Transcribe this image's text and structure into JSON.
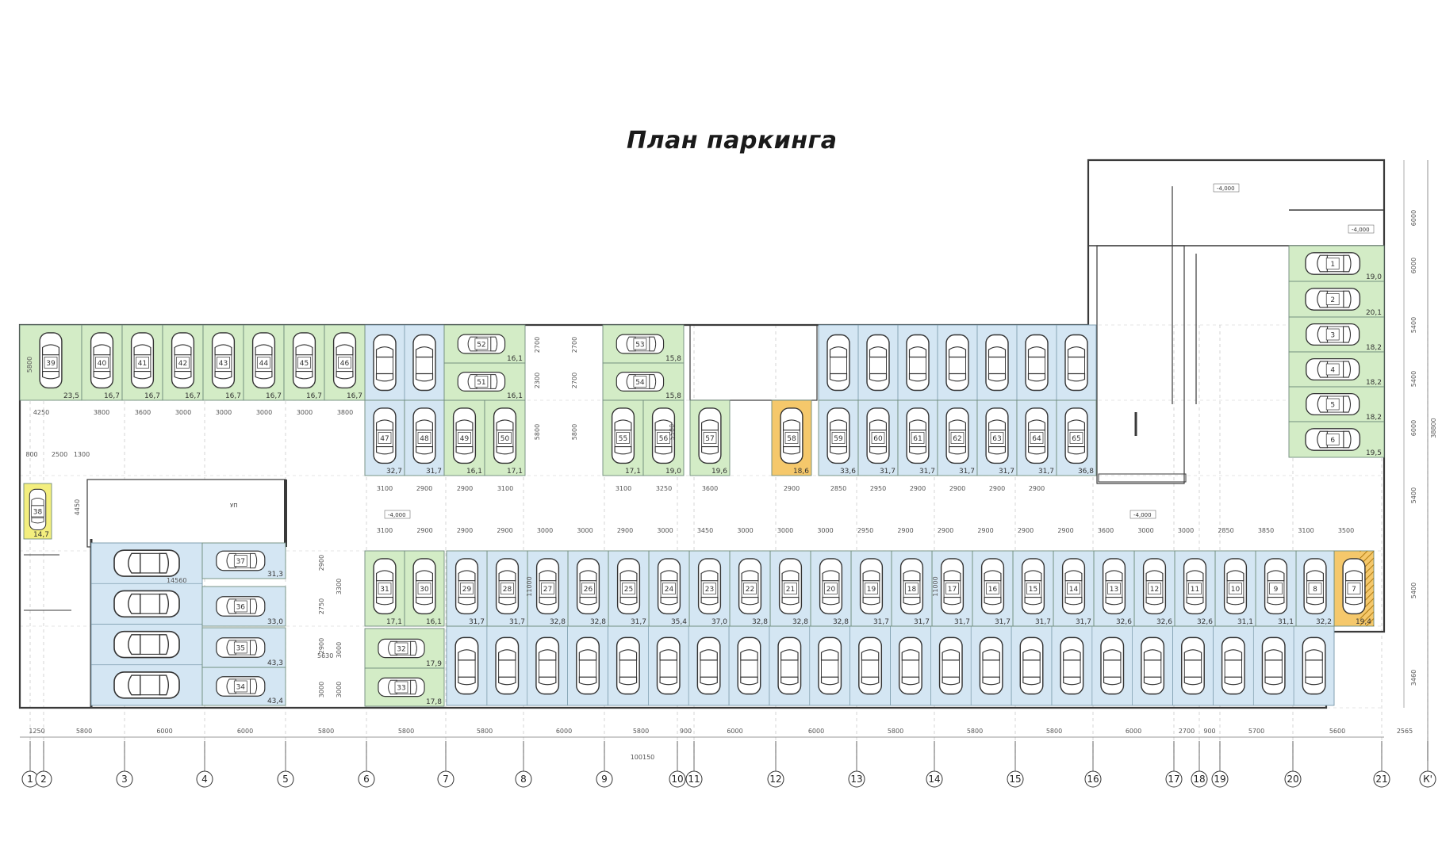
{
  "title": "План паркинга",
  "colors": {
    "green": "#d3ecc6",
    "blue": "#d4e6f3",
    "orange": "#f5c86b",
    "yellow": "#f3ee7e",
    "wall": "#3a3a3a",
    "grid": "#9a9a9a"
  },
  "icons": {
    "car": "car-top-view-icon"
  },
  "spaces": [
    {
      "num": "1",
      "area": "19,0",
      "color": "green"
    },
    {
      "num": "2",
      "area": "20,1",
      "color": "green"
    },
    {
      "num": "3",
      "area": "18,2",
      "color": "green"
    },
    {
      "num": "4",
      "area": "18,2",
      "color": "green"
    },
    {
      "num": "5",
      "area": "18,2",
      "color": "green"
    },
    {
      "num": "6",
      "area": "19,5",
      "color": "green"
    },
    {
      "num": "7",
      "area": "19,4",
      "color": "orange"
    },
    {
      "num": "8",
      "area": "32,2",
      "color": "blue"
    },
    {
      "num": "9",
      "area": "31,1",
      "color": "blue"
    },
    {
      "num": "10",
      "area": "31,1",
      "color": "blue"
    },
    {
      "num": "11",
      "area": "32,6",
      "color": "blue"
    },
    {
      "num": "12",
      "area": "32,6",
      "color": "blue"
    },
    {
      "num": "13",
      "area": "32,6",
      "color": "blue"
    },
    {
      "num": "14",
      "area": "31,7",
      "color": "blue"
    },
    {
      "num": "15",
      "area": "31,7",
      "color": "blue"
    },
    {
      "num": "16",
      "area": "31,7",
      "color": "blue"
    },
    {
      "num": "17",
      "area": "31,7",
      "color": "blue"
    },
    {
      "num": "18",
      "area": "31,7",
      "color": "blue"
    },
    {
      "num": "19",
      "area": "31,7",
      "color": "blue"
    },
    {
      "num": "20",
      "area": "32,8",
      "color": "blue"
    },
    {
      "num": "21",
      "area": "32,8",
      "color": "blue"
    },
    {
      "num": "22",
      "area": "32,8",
      "color": "blue"
    },
    {
      "num": "23",
      "area": "37,0",
      "color": "blue"
    },
    {
      "num": "24",
      "area": "35,4",
      "color": "blue"
    },
    {
      "num": "25",
      "area": "31,7",
      "color": "blue"
    },
    {
      "num": "26",
      "area": "32,8",
      "color": "blue"
    },
    {
      "num": "27",
      "area": "32,8",
      "color": "blue"
    },
    {
      "num": "28",
      "area": "31,7",
      "color": "blue"
    },
    {
      "num": "29",
      "area": "31,7",
      "color": "blue"
    },
    {
      "num": "30",
      "area": "16,1",
      "color": "green"
    },
    {
      "num": "31",
      "area": "17,1",
      "color": "green"
    },
    {
      "num": "32",
      "area": "17,9",
      "color": "green"
    },
    {
      "num": "33",
      "area": "17,8",
      "color": "green"
    },
    {
      "num": "34",
      "area": "43,4",
      "color": "blue"
    },
    {
      "num": "35",
      "area": "43,3",
      "color": "blue"
    },
    {
      "num": "36",
      "area": "33,0",
      "color": "blue"
    },
    {
      "num": "37",
      "area": "31,3",
      "color": "blue"
    },
    {
      "num": "38",
      "area": "14,7",
      "color": "yellow"
    },
    {
      "num": "39",
      "area": "23,5",
      "color": "green"
    },
    {
      "num": "40",
      "area": "16,7",
      "color": "green"
    },
    {
      "num": "41",
      "area": "16,7",
      "color": "green"
    },
    {
      "num": "42",
      "area": "16,7",
      "color": "green"
    },
    {
      "num": "43",
      "area": "16,7",
      "color": "green"
    },
    {
      "num": "44",
      "area": "16,7",
      "color": "green"
    },
    {
      "num": "45",
      "area": "16,7",
      "color": "green"
    },
    {
      "num": "46",
      "area": "16,7",
      "color": "green"
    },
    {
      "num": "47",
      "area": "32,7",
      "color": "blue"
    },
    {
      "num": "48",
      "area": "31,7",
      "color": "blue"
    },
    {
      "num": "49",
      "area": "16,1",
      "color": "green"
    },
    {
      "num": "50",
      "area": "17,1",
      "color": "green"
    },
    {
      "num": "51",
      "area": "16,1",
      "color": "green"
    },
    {
      "num": "52",
      "area": "16,1",
      "color": "green"
    },
    {
      "num": "53",
      "area": "15,8",
      "color": "green"
    },
    {
      "num": "54",
      "area": "15,8",
      "color": "green"
    },
    {
      "num": "55",
      "area": "17,1",
      "color": "green"
    },
    {
      "num": "56",
      "area": "19,0",
      "color": "green"
    },
    {
      "num": "57",
      "area": "19,6",
      "color": "green"
    },
    {
      "num": "58",
      "area": "18,6",
      "color": "orange"
    },
    {
      "num": "59",
      "area": "33,6",
      "color": "blue"
    },
    {
      "num": "60",
      "area": "31,7",
      "color": "blue"
    },
    {
      "num": "61",
      "area": "31,7",
      "color": "blue"
    },
    {
      "num": "62",
      "area": "31,7",
      "color": "blue"
    },
    {
      "num": "63",
      "area": "31,7",
      "color": "blue"
    },
    {
      "num": "64",
      "area": "31,7",
      "color": "blue"
    },
    {
      "num": "65",
      "area": "36,8",
      "color": "blue"
    }
  ],
  "axes": [
    "1",
    "2",
    "3",
    "4",
    "5",
    "6",
    "7",
    "8",
    "9",
    "10",
    "11",
    "12",
    "13",
    "14",
    "15",
    "16",
    "17",
    "18",
    "19",
    "20",
    "21",
    "К'"
  ],
  "bottom_dims": [
    "1250",
    "5800",
    "6000",
    "6000",
    "5800",
    "5800",
    "5800",
    "6000",
    "5800",
    "900",
    "6000",
    "6000",
    "5800",
    "5800",
    "5800",
    "6000",
    "2700",
    "900",
    "5700",
    "5600",
    "2565"
  ],
  "overall_dim": "100150",
  "top_dims": [
    "4250",
    "3800",
    "3600",
    "3000",
    "3000",
    "3000",
    "3000",
    "3800"
  ],
  "mid_dims_1": [
    "3100",
    "2900",
    "2900",
    "3100",
    "3100",
    "3250",
    "3600",
    "2900",
    "2850",
    "2950",
    "2900",
    "2900",
    "2900",
    "2900"
  ],
  "mid_dims_2": [
    "3100",
    "2900",
    "2900",
    "2900",
    "3000",
    "3000",
    "2900",
    "3000",
    "3450",
    "3000",
    "3000",
    "3000",
    "2950",
    "2900",
    "2900",
    "2900",
    "2900",
    "2900",
    "3600",
    "3000",
    "3000",
    "2850",
    "3850",
    "3100",
    "3500"
  ],
  "right_dims": [
    "6000",
    "6000",
    "5400",
    "5400",
    "6000",
    "5400",
    "5400",
    "3460"
  ],
  "right_total": "38800",
  "left_dims": [
    "5800",
    "800",
    "2500",
    "1300",
    "4450"
  ],
  "vertical_dims": [
    "2700",
    "2700",
    "2300",
    "2700",
    "5800",
    "5800",
    "5500",
    "2900",
    "3000",
    "2750",
    "3300",
    "2900",
    "3000",
    "3000",
    "11000",
    "11000"
  ],
  "notes": {
    "ramp": "УП",
    "inner": "14560",
    "inner_dim2": "5630",
    "level1": "-4,000",
    "level2": "-4,000",
    "level3": "-4,000",
    "level4": "-4,000",
    "level5": "-4,000"
  }
}
